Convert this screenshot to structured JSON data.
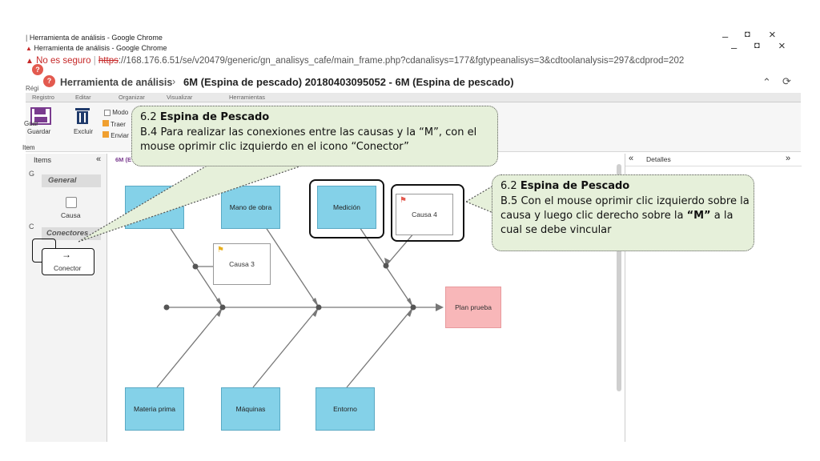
{
  "window": {
    "title_back": "Herramienta de análisis - Google Chrome",
    "title_front": "Herramienta de análisis - Google Chrome",
    "minimize": "–",
    "restore": "◘",
    "close": "×"
  },
  "urlbar": {
    "security": "No es seguro",
    "protocol": "https",
    "url_rest": "://168.176.6.51/se/v20479/generic/gn_analisys_cafe/main_frame.php?cdanalisys=177&fgtypeanalisys=3&cdtoolanalysis=297&cdprod=202"
  },
  "app": {
    "crumb_app": "Herramienta de análisis",
    "crumb_sep": "›",
    "crumb_page": "6M (Espina de pescado) 20180403095052 - 6M (Espina de pescado)",
    "badge": "?",
    "side_label": "Régi"
  },
  "ribbon": {
    "tabs": [
      "Registro",
      "Editar",
      "Organizar",
      "Visualizar",
      "Herramientas"
    ],
    "guardar_label": "Guardar",
    "guardar_side": "Guar",
    "excluir_label": "Excluir",
    "mode_label": "Modo",
    "traer_label": "Traer",
    "enviar_label": "Enviar",
    "item_label": "Item",
    "accent": "#7a3b8f"
  },
  "left_panel": {
    "header": "Items",
    "collapse": "«",
    "general_head": "General",
    "causa_label": "Causa",
    "conectores_head": "Conectores",
    "conector_label": "Conector",
    "g_letter": "G",
    "c_letter": "C"
  },
  "canvas": {
    "tab_label": "6M (E",
    "causes_top": [
      "Mano de obra",
      "Medición"
    ],
    "causes_bottom": [
      "Materia prima",
      "Máquinas",
      "Entorno"
    ],
    "subcauses": [
      "Causa 3",
      "Causa 4"
    ],
    "effect": "Plan prueba",
    "colors": {
      "cause": "#84d1e8",
      "effect": "#f8b7b9",
      "line": "#777777"
    }
  },
  "right_panel": {
    "collapse": "«",
    "title": "Detalles",
    "expand": "»"
  },
  "callouts": [
    {
      "heading_num": "6.2",
      "heading": "Espina de Pescado",
      "text": "B.4 Para realizar las conexiones entre las causas y la “M”, con el mouse oprimir clic izquierdo en el icono “Conector”"
    },
    {
      "heading_num": "6.2",
      "heading": "Espina de Pescado",
      "text_pre": "B.5 Con el mouse oprimir clic izquierdo sobre la causa y luego clic derecho sobre la",
      "text_bold": "“M”",
      "text_post": "a la cual se debe vincular"
    }
  ]
}
